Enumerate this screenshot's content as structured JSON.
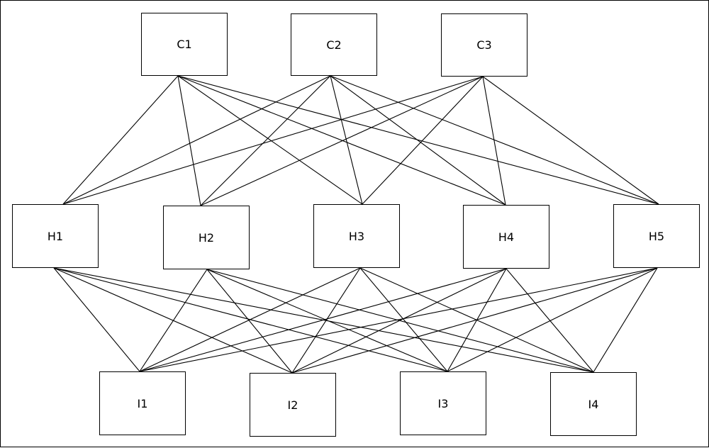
{
  "diagram": {
    "layers": [
      {
        "id": "output",
        "nodes": [
          "C1",
          "C2",
          "C3"
        ]
      },
      {
        "id": "hidden",
        "nodes": [
          "H1",
          "H2",
          "H3",
          "H4",
          "H5"
        ]
      },
      {
        "id": "input",
        "nodes": [
          "I1",
          "I2",
          "I3",
          "I4"
        ]
      }
    ],
    "connections": "fully-connected between adjacent layers",
    "colors": {
      "stroke": "#000000",
      "fill": "#ffffff"
    }
  }
}
